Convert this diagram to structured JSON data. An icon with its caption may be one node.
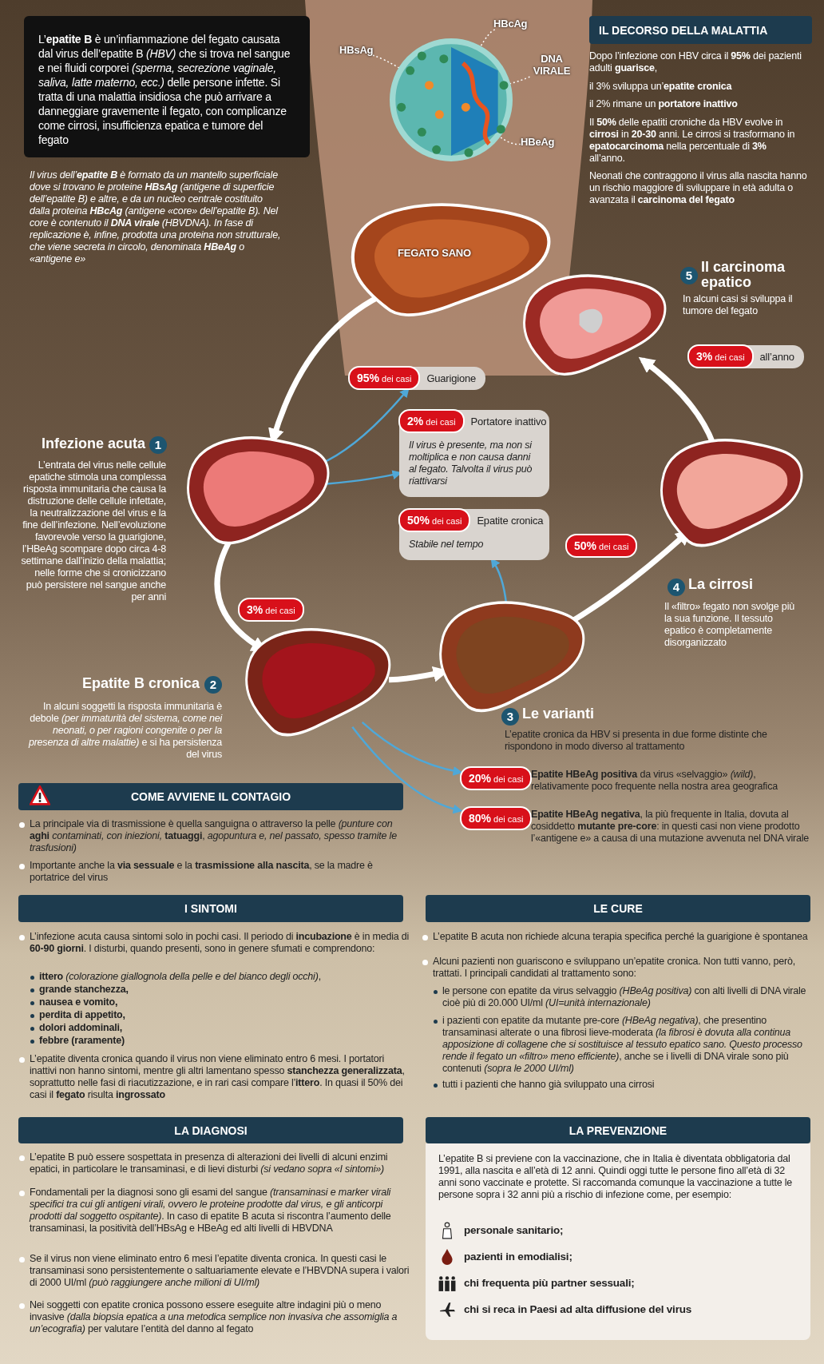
{
  "diagram": {
    "nodes": [
      {
        "text": [
          "L’**epatite B** è un’infiammazione del fegato causata dal virus dell’epatite B *(HBV)* che si trova nel sangue e nei fluidi corporei *(sperma, secrezione vaginale, saliva, latte materno, ecc.)* delle persone infette. Si tratta di una malattia insidiosa che può arrivare a danneggiare gravemente il fegato, con complicanze come cirrosi, insufficienza epatica e tumore del fegato"
        ]
      },
      {
        "text": [
          "HBsAg"
        ]
      },
      {
        "text": [
          "HBcAg"
        ]
      },
      {
        "text": [],
        "shape": "picture"
      },
      {
        "text": [
          "DNA VIRALE"
        ]
      },
      {
        "text": [
          "HBeAg"
        ]
      },
      {
        "text": [
          "IL DECORSO DELLA MALATTIA"
        ]
      },
      {
        "text": [
          "FEGATO SANO"
        ]
      },
      {
        "text": [],
        "shape": "picture",
        "beside": [
          "5",
          "Il carcinoma epatico",
          "In alcuni casi si sviluppa il tumore del fegato"
        ]
      },
      {
        "text": [
          "**95%** dei casi",
          "Guarigione"
        ]
      },
      {
        "text": [],
        "shape": "picture",
        "beside": [
          "Infezione acuta",
          "1",
          "L’entrata del virus nelle cellule epatiche stimola una complessa risposta immunitaria che causa la distruzione delle cellule infettate, la neutralizzazione del virus e la fine dell’infezione. Nell’evoluzione favorevole verso la guarigione, l’HBeAg scompare dopo circa 4-8 settimane dall’inizio della malattia; nelle forme che si cronicizzano può persistere nel sangue anche per anni"
        ]
      },
      {
        "text": [
          "**2%** dei casi",
          "Portatore inattivo",
          "Il virus è presente, ma non si moltiplica e non causa danni al fegato. Talvolta il virus può riattivarsi"
        ]
      },
      {
        "text": [],
        "shape": "picture",
        "beside": [
          "4",
          "La cirrosi",
          "Il «filtro» fegato non svolge più la sua funzione. Il tessuto epatico è completamente disorganizzato"
        ]
      },
      {
        "text": [
          "**50%** dei casi",
          "Epatite cronica",
          "Stabile nel tempo"
        ]
      },
      {
        "text": [],
        "shape": "picture",
        "beside": [
          "Epatite B cronica",
          "2",
          "In alcuni soggetti la risposta immunitaria è debole *(per immaturità del sistema, come nei neonati, o per ragioni congenite o per la presenza di altre malattie)* e si ha persistenza del virus"
        ]
      },
      {
        "text": [],
        "shape": "picture",
        "beside": [
          "3",
          "Le varianti",
          "L’epatite cronica da HBV si presenta in due forme distinte che rispondono in modo diverso al trattamento"
        ]
      },
      {
        "text": [
          "**20%** dei casi"
        ],
        "beside": [
          "**Epatite HBeAg positiva** da virus «selvaggio» *(wild)*, relativamente poco frequente nella nostra area geografica"
        ]
      },
      {
        "text": [
          "COME AVVIENE IL CONTAGIO"
        ]
      },
      {
        "text": [
          "**80%** dei casi"
        ],
        "beside": [
          "**Epatite HBeAg negativa**, la più frequente in Italia, dovuta al cosiddetto **mutante pre-core**: in questi casi non viene prodotto l’«antigene e» a causa di una mutazione avvenuta nel DNA virale"
        ]
      },
      {
        "text": [
          "I SINTOMI"
        ]
      },
      {
        "text": [
          "LE CURE"
        ]
      },
      {
        "text": [
          "LA DIAGNOSI"
        ]
      },
      {
        "text": [
          "LA PREVENZIONE"
        ]
      },
      {
        "text": [
          "L’epatite B si previene con la vaccinazione, che in Italia è diventata obbligatoria dal 1991, alla nascita e all’età di 12 anni. Quindi oggi tutte le persone fino all’età di 32 anni sono vaccinate e protette. Si raccomanda comunque la vaccinazione a tutte le persone sopra i 32 anni più a rischio di infezione come, per esempio:",
          "personale sanitario;",
          "pazienti in emodialisi;",
          "chi frequenta più partner sessuali;",
          "chi si reca in Paesi ad alta diffusione del virus"
        ]
      },
      {
        "text": [
          "**3%** dei casi",
          "all’anno"
        ]
      },
      {
        "text": [
          "**50%** dei casi"
        ]
      },
      {
        "text": [
          "**3%** dei casi"
        ]
      }
    ],
    "edges": [
      {
        "from": 1,
        "to": 3,
        "arrow": "none",
        "style": "dashed"
      },
      {
        "from": 2,
        "to": 3,
        "arrow": "none",
        "style": "dashed"
      },
      {
        "from": 4,
        "to": 3,
        "arrow": "none",
        "style": "dashed"
      },
      {
        "from": 5,
        "to": 3,
        "arrow": "none",
        "style": "dashed"
      },
      {
        "from": 7,
        "to": 10,
        "arrow": "to",
        "style": "thick"
      },
      {
        "from": 10,
        "to": 9,
        "arrow": "to",
        "color": "#4fa8d8"
      },
      {
        "from": 10,
        "to": 11,
        "arrow": "to",
        "color": "#4fa8d8"
      },
      {
        "from": 10,
        "to": 14,
        "arrow": "to",
        "style": "thick"
      },
      {
        "from": 14,
        "to": 15,
        "arrow": "to",
        "style": "thick"
      },
      {
        "from": 14,
        "to": 16,
        "arrow": "to",
        "color": "#4fa8d8"
      },
      {
        "from": 14,
        "to": 18,
        "arrow": "to",
        "color": "#4fa8d8"
      },
      {
        "from": 15,
        "to": 13,
        "arrow": "to",
        "color": "#4fa8d8"
      },
      {
        "from": 15,
        "to": 12,
        "arrow": "to",
        "style": "thick"
      },
      {
        "from": 12,
        "to": 8,
        "arrow": "to",
        "style": "thick"
      }
    ],
    "labels": [
      "Il virus dell’**epatite B** è formato da un mantello superficiale dove si trovano le proteine **HBsAg** (antigene di superficie dell’epatite B) e altre, e da un nucleo centrale costituito dalla proteina **HBcAg** (antigene «core» dell’epatite B). Nel core è contenuto il **DNA virale** (HBVDNA). In fase di replicazione è, infine, prodotta una proteina non strutturale, che viene secreta in circolo, denominata **HBeAg** o «antigene e»",
      "Dopo l’infezione con HBV circa il **95%** dei pazienti adulti **guarisce**,",
      "il 3% sviluppa un’**epatite cronica**",
      "il 2% rimane un **portatore inattivo**",
      "Il **50%** delle epatiti croniche da HBV evolve in **cirrosi** in **20-30** anni. Le cirrosi si trasformano in **epatocarcinoma** nella percentuale di **3%** all’anno.",
      "Neonati che contraggono il virus alla nascita hanno un rischio maggiore di sviluppare in età adulta o avanzata il **carcinoma del fegato**",
      "La principale via di trasmissione è quella sanguigna o attraverso la pelle *(punture con* **aghi** *contaminati, con iniezioni,* **tatuaggi**, *agopuntura e, nel passato, spesso tramite le trasfusioni)*",
      "Importante anche la **via sessuale** e la **trasmissione alla nascita**, se la madre è portatrice del virus",
      "L’infezione acuta causa sintomi solo in pochi casi. Il periodo di **incubazione** è in media di **60-90 giorni**. I disturbi, quando presenti, sono in genere sfumati e comprendono:",
      "**ittero** *(colorazione giallognola della pelle e del bianco degli occhi)*,",
      "grande stanchezza,",
      "nausea e vomito,",
      "perdita di appetito,",
      "dolori addominali,",
      "febbre (raramente)",
      "L’epatite diventa cronica quando il virus non viene eliminato entro 6 mesi. I portatori inattivi non hanno sintomi, mentre gli altri lamentano spesso **stanchezza generalizzata**, soprattutto nelle fasi di riacutizzazione, e in rari casi compare l’**ittero**. In quasi il 50% dei casi il **fegato** risulta **ingrossato**",
      "L’epatite B acuta non richiede alcuna terapia specifica perché la guarigione è spontanea",
      "Alcuni pazienti non guariscono e sviluppano un’epatite cronica. Non tutti vanno, però, trattati. I principali candidati al trattamento sono:",
      "le persone con epatite da virus selvaggio *(HBeAg positiva)* con alti livelli di DNA virale cioè più di 20.000 UI/ml *(UI=unità internazionale)*",
      "i pazienti con epatite da mutante pre-core *(HBeAg negativa)*, che presentino transaminasi alterate o una fibrosi lieve-moderata *(la fibrosi è dovuta alla continua apposizione di collagene che si sostituisce al tessuto epatico sano. Questo processo rende il fegato un «filtro» meno efficiente)*, anche se i livelli di DNA virale sono più contenuti *(sopra le 2000 UI/ml)*",
      "tutti i pazienti che hanno già sviluppato una cirrosi",
      "L’epatite B può essere sospettata in presenza di alterazioni dei livelli di alcuni enzimi epatici, in particolare le transaminasi, e di lievi disturbi *(si vedano sopra «I sintomi»)*",
      "Fondamentali per la diagnosi sono gli esami del sangue *(transaminasi e marker virali specifici tra cui gli antigeni virali, ovvero le proteine prodotte dal virus, e gli anticorpi prodotti dal soggetto ospitante)*. In caso di epatite B acuta si riscontra l’aumento delle transaminasi, la positività dell’HBsAg e HBeAg ed alti livelli di HBVDNA",
      "Se il virus non viene eliminato entro 6 mesi l’epatite diventa cronica. In questi casi le transaminasi sono persistentemente o saltuariamente elevate e l’HBVDNA supera i valori di 2000 UI/ml *(può raggiungere anche milioni di UI/ml)*",
      "Nei soggetti con epatite cronica possono essere eseguite altre indagini più o meno invasive *(dalla biopsia epatica a una metodica semplice non invasiva che assomiglia a un’ecografia)* per valutare l’entità del danno al fegato"
    ]
  }
}
